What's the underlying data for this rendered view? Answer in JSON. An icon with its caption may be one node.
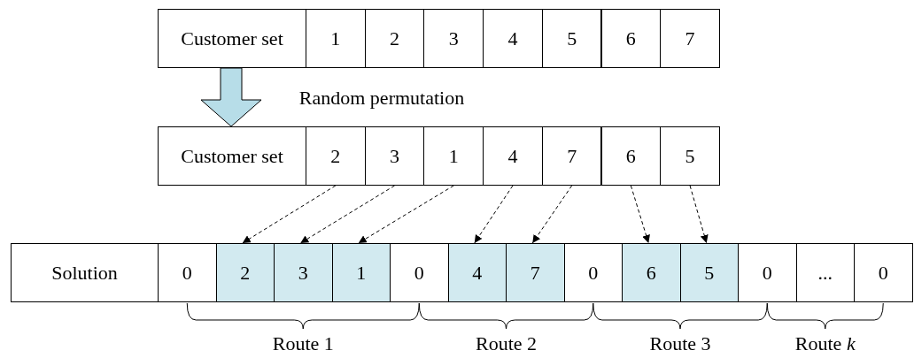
{
  "diagram": {
    "nodes": [
      {
        "text": [
          "Customer set"
        ]
      },
      {
        "text": [
          "1"
        ]
      },
      {
        "text": [
          "2"
        ]
      },
      {
        "text": [
          "3"
        ]
      },
      {
        "text": [
          "4"
        ]
      },
      {
        "text": [
          "5"
        ]
      },
      {
        "text": [
          "6"
        ]
      },
      {
        "text": [
          "7"
        ]
      },
      {
        "text": [
          "Customer set"
        ]
      },
      {
        "text": [
          "2"
        ]
      },
      {
        "text": [
          "3"
        ]
      },
      {
        "text": [
          "1"
        ]
      },
      {
        "text": [
          "4"
        ]
      },
      {
        "text": [
          "7"
        ]
      },
      {
        "text": [
          "6"
        ]
      },
      {
        "text": [
          "5"
        ]
      },
      {
        "text": [
          "Solution"
        ]
      },
      {
        "text": [
          "0"
        ]
      },
      {
        "text": [
          "2"
        ]
      },
      {
        "text": [
          "3"
        ]
      },
      {
        "text": [
          "1"
        ]
      },
      {
        "text": [
          "0"
        ]
      },
      {
        "text": [
          "4"
        ]
      },
      {
        "text": [
          "7"
        ]
      },
      {
        "text": [
          "0"
        ]
      },
      {
        "text": [
          "6"
        ]
      },
      {
        "text": [
          "5"
        ]
      },
      {
        "text": [
          "0"
        ]
      },
      {
        "text": [
          "..."
        ]
      },
      {
        "text": [
          "0"
        ]
      }
    ],
    "edges": [
      {
        "from": 0,
        "to": 8,
        "arrow": "to",
        "label": "Random permutation",
        "style": "thick",
        "color": "#b7dde8"
      },
      {
        "from": 9,
        "to": 18,
        "arrow": "to",
        "style": "dashed"
      },
      {
        "from": 10,
        "to": 19,
        "arrow": "to",
        "style": "dashed"
      },
      {
        "from": 11,
        "to": 20,
        "arrow": "to",
        "style": "dashed"
      },
      {
        "from": 12,
        "to": 22,
        "arrow": "to",
        "style": "dashed"
      },
      {
        "from": 13,
        "to": 23,
        "arrow": "to",
        "style": "dashed"
      },
      {
        "from": 14,
        "to": 25,
        "arrow": "to",
        "style": "dashed"
      },
      {
        "from": 15,
        "to": 26,
        "arrow": "to",
        "style": "dashed"
      }
    ],
    "labels": [
      "Route 1",
      "Route 2",
      "Route 3",
      "Route *k*"
    ]
  }
}
